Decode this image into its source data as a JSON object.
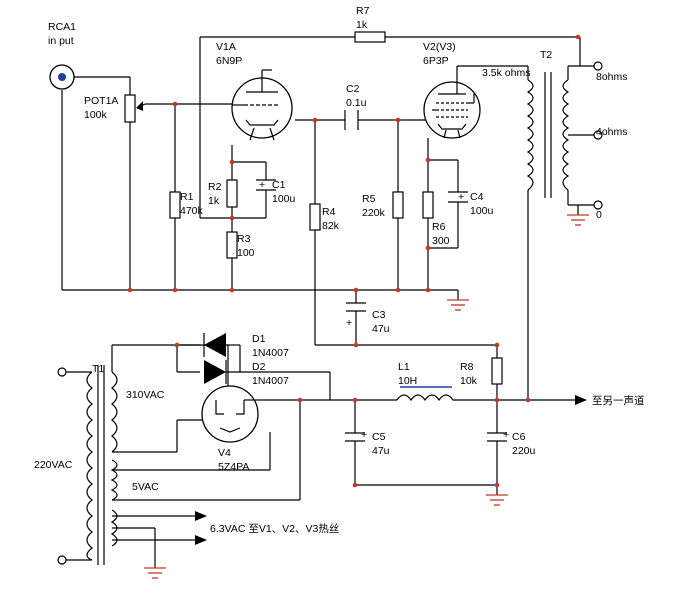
{
  "labels": {
    "rca": "RCA1",
    "rca_sub": "in put",
    "pot": "POT1A",
    "pot_val": "100k",
    "v1": "V1A",
    "v1_type": "6N9P",
    "r7": "R7",
    "r7_val": "1k",
    "v2": "V2(V3)",
    "v2_type": "6P3P",
    "c2": "C2",
    "c2_val": "0.1u",
    "t2": "T2",
    "t2_imp": "3.5k ohms",
    "out8": "8ohms",
    "out4": "4ohms",
    "out0": "0",
    "r1": "R1",
    "r1_val": "470k",
    "r2": "R2",
    "r2_val": "1k",
    "c1": "C1",
    "c1_val": "100u",
    "r3": "R3",
    "r3_val": "100",
    "r4": "R4",
    "r4_val": "82k",
    "r5": "R5",
    "r5_val": "220k",
    "r6": "R6",
    "r6_val": "300",
    "c4": "C4",
    "c4_val": "100u",
    "c3": "C3",
    "c3_val": "47u",
    "d1": "D1",
    "d1_type": "1N4007",
    "d2": "D2",
    "d2_type": "1N4007",
    "t1": "T1",
    "hv": "310VAC",
    "mains": "220VAC",
    "v4": "V4",
    "v4_type": "5Z4PA",
    "fil5": "5VAC",
    "heater": "6.3VAC 至V1、V2、V3热丝",
    "l1": "L1",
    "l1_val": "10H",
    "r8": "R8",
    "r8_val": "10k",
    "c5": "C5",
    "c5_val": "47u",
    "c6": "C6",
    "c6_val": "220u",
    "other_ch": "至另一声道",
    "plus": "+"
  }
}
